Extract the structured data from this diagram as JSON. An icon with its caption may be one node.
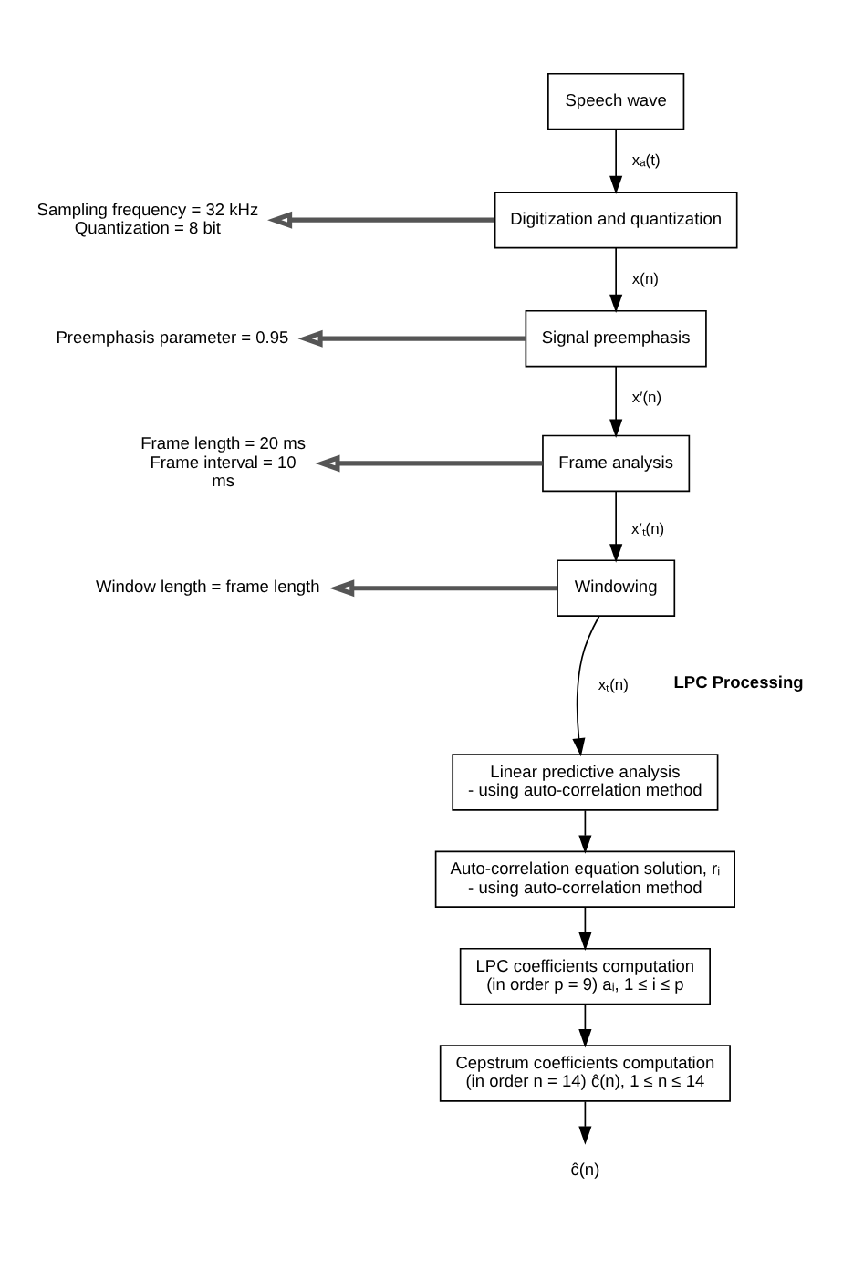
{
  "diagram": {
    "nodes": [
      {
        "text": [
          "Speech wave"
        ]
      },
      {
        "text": [
          "Sampling frequency = 32 kHz Quantization = 8 bit"
        ]
      },
      {
        "text": [
          "Digitization and quantization"
        ]
      },
      {
        "text": [
          "Preemphasis parameter = 0.95"
        ]
      },
      {
        "text": [
          "Signal preemphasis"
        ]
      },
      {
        "text": [
          "Frame length = 20 ms Frame interval = 10 ms"
        ]
      },
      {
        "text": [
          "Frame analysis"
        ]
      },
      {
        "text": [
          "Window length = frame length"
        ]
      },
      {
        "text": [
          "Windowing"
        ]
      },
      {
        "text": [
          "Linear predictive analysis - using auto-correlation method"
        ]
      },
      {
        "text": [
          "Auto-correlation equation solution, rᵢ - using auto-correlation method"
        ]
      },
      {
        "text": [
          "LPC coefficients computation (in order p = 9) aᵢ, 1 ≤ i ≤ p"
        ]
      },
      {
        "text": [
          "Cepstrum coefficients computation (in order n = 14) ĉ(n), 1 ≤ n ≤ 14"
        ]
      },
      {
        "text": [
          "ĉ(n)"
        ]
      }
    ],
    "edges": [
      {
        "from": 0,
        "to": 2,
        "arrow": "to",
        "label": "xₐ(t)"
      },
      {
        "from": 2,
        "to": 4,
        "arrow": "to",
        "label": "x(n)"
      },
      {
        "from": 4,
        "to": 6,
        "arrow": "to",
        "label": "x′(n)"
      },
      {
        "from": 6,
        "to": 8,
        "arrow": "to",
        "label": "x′ₜ(n)"
      },
      {
        "from": 8,
        "to": 9,
        "arrow": "to",
        "label": "xₜ(n)"
      },
      {
        "from": 9,
        "to": 10,
        "arrow": "to"
      },
      {
        "from": 10,
        "to": 11,
        "arrow": "to"
      },
      {
        "from": 11,
        "to": 12,
        "arrow": "to"
      },
      {
        "from": 12,
        "to": 13,
        "arrow": "to"
      },
      {
        "from": 2,
        "to": 1,
        "arrow": "to",
        "style": "thick"
      },
      {
        "from": 4,
        "to": 3,
        "arrow": "to",
        "style": "thick"
      },
      {
        "from": 6,
        "to": 5,
        "arrow": "to",
        "style": "thick"
      },
      {
        "from": 8,
        "to": 7,
        "arrow": "to",
        "style": "thick"
      }
    ],
    "labels": [
      "LPC Processing"
    ]
  }
}
